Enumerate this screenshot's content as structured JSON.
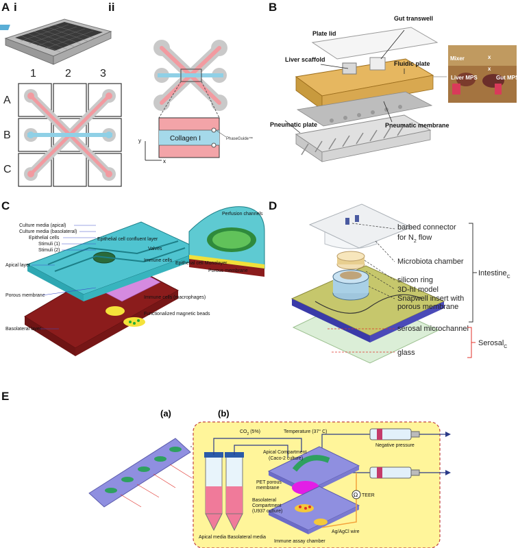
{
  "panels": {
    "A": {
      "letter": "A",
      "sub_i": "i",
      "sub_ii": "ii",
      "cols": [
        "1",
        "2",
        "3"
      ],
      "rows": [
        "A",
        "B",
        "C"
      ],
      "collagen": "Collagen I",
      "phaseguide": "PhaseGuide™",
      "axis_y": "y",
      "axis_x": "x"
    },
    "B": {
      "letter": "B",
      "plate_lid": "Plate lid",
      "gut_transwell": "Gut transwell",
      "liver_scaffold": "Liver scaffold",
      "fluidic_plate": "Fluidic plate",
      "pneumatic_plate": "Pneumatic plate",
      "pneumatic_membrane": "Pneumatic membrane",
      "mixer": "Mixer",
      "liver_mps": "Liver MPS",
      "gut_mps": "Gut MPS",
      "x_mark": "x"
    },
    "C": {
      "letter": "C",
      "labels": [
        "Culture media (apical)",
        "Culture media (basolateral)",
        "Epithelial cells",
        "Stimuli (1)",
        "Stimuli (2)",
        "Apical layer",
        "Porous membrane",
        "Basolateral layer"
      ],
      "epi_confluent": "Epithelial cell confluent layer",
      "valves": "Valves",
      "immune_cells": "Immune cells",
      "perfusion": "Perfusion channels",
      "epi_mono": "Epithelial cell Monolayer",
      "porous_mem2": "Porous membrane",
      "macrophages": "Immune cells (macrophages)",
      "beads": "Functionalized magnetic beads"
    },
    "D": {
      "letter": "D",
      "barbed": "barbed connector",
      "n2flow_pre": "for N",
      "n2flow_sub": "2",
      "n2flow_post": " flow",
      "microbiota": "Microbiota chamber",
      "silicon": "silicon ring",
      "hi_model": "3D-hI model",
      "snapwell": "Snapwell insert with",
      "porous": "porous membrane",
      "serosal_mc": "serosal microchannel",
      "glass": "glass",
      "intestine": "Intestine",
      "intestine_sub": "C",
      "serosal": "Serosal",
      "serosal_sub": "C"
    },
    "E": {
      "letter": "E",
      "sub_a": "(a)",
      "sub_b": "(b)",
      "co2_pre": "CO",
      "co2_sub": "2",
      "co2_post": " (5%)",
      "temperature": "Temperature (37° C)",
      "negative_pressure": "Negative pressure",
      "apical_comp": "Apical Compartment",
      "caco2": "(Caco-2 culture)",
      "pet1": "PET porous",
      "pet2": "membrane",
      "baso1": "Basolateral",
      "baso2": "Compartment",
      "baso3": "(U937 culture)",
      "teer": "TEER",
      "omega": "Ω",
      "agcl": "Ag/AgCl wire",
      "immune_chamber": "Immune assay chamber",
      "apical_media": "Apical media",
      "basolateral_media": "Basolateral media"
    }
  },
  "colors": {
    "pink": "#f4a3a8",
    "blue": "#9ed3e8",
    "teal": "#48c0c8",
    "darkred": "#8e1d1d",
    "yellow": "#fff38a",
    "orange": "#f4a23a",
    "purple": "#8f8fe0",
    "magenta": "#e21ee6",
    "olive": "#b6b04a"
  }
}
